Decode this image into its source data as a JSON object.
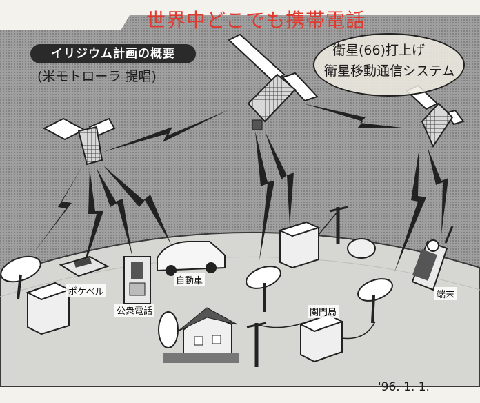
{
  "title": "イリジウム計画の概要",
  "handwritten": {
    "red_heading": "世界中どこでも携帯電話",
    "sponsor_note": "(米モトローラ ",
    "sponsor_note_suffix": "提唱)",
    "note_line1": "衛星(66)打上げ",
    "note_line2": "衛星移動通信システム",
    "date": "'96. 1. 1."
  },
  "labels": {
    "pager": "ポケベル",
    "payphone": "公衆電話",
    "car": "自動車",
    "gateway": "関門局",
    "terminal": "端末"
  },
  "colors": {
    "ink": "#1c1c1c",
    "red": "#e0392f",
    "background": "#f4f2ec",
    "panel": "#9a9a9a"
  }
}
